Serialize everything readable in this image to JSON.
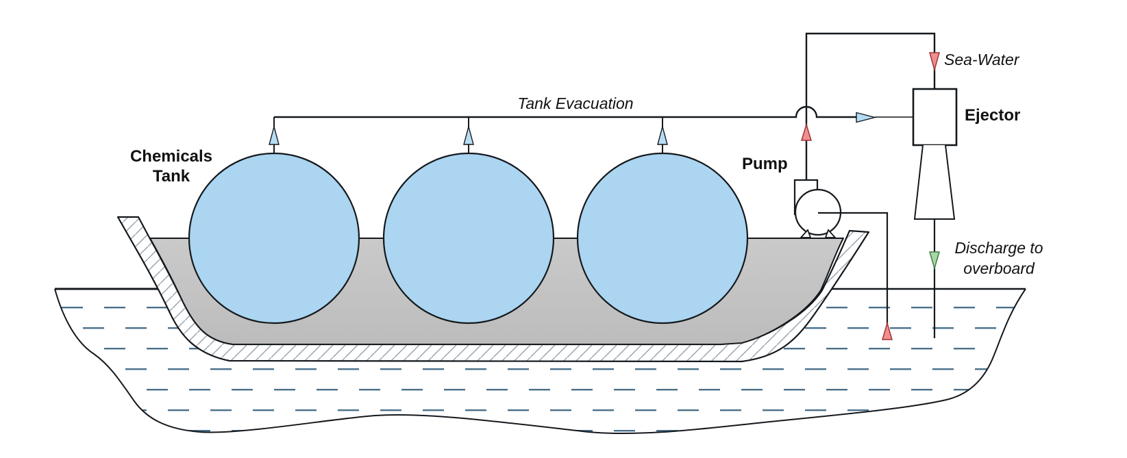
{
  "title": "Chemical tanker tank evacuation system diagram",
  "labels": {
    "chemicals_tank": {
      "line1": "Chemicals",
      "line2": "Tank"
    },
    "tank_evacuation": "Tank Evacuation",
    "pump": "Pump",
    "ejector": "Ejector",
    "sea_water": "Sea-Water",
    "discharge": {
      "line1": "Discharge to",
      "line2": "overboard"
    }
  },
  "components": {
    "tanks_count": 3,
    "flow_arrows": [
      {
        "name": "tank-vent-arrow-1",
        "color": "blue",
        "direction": "up"
      },
      {
        "name": "tank-vent-arrow-2",
        "color": "blue",
        "direction": "up"
      },
      {
        "name": "tank-vent-arrow-3",
        "color": "blue",
        "direction": "up"
      },
      {
        "name": "evacuation-to-ejector-arrow",
        "color": "blue",
        "direction": "right"
      },
      {
        "name": "pump-riser-arrow",
        "color": "red",
        "direction": "up"
      },
      {
        "name": "sea-water-inlet-arrow",
        "color": "red",
        "direction": "down"
      },
      {
        "name": "sea-suction-arrow",
        "color": "red",
        "direction": "up"
      },
      {
        "name": "overboard-discharge-arrow",
        "color": "green",
        "direction": "down"
      }
    ]
  },
  "colors": {
    "tank_fill": "#abd5f0",
    "deck_fill": "#c5c5c5",
    "hatch_line": "#97a1ab",
    "sea_dash": "#4a708a",
    "arrow_red_fill": "#f18f8f",
    "arrow_blue_fill": "#b7ddf5",
    "arrow_green_fill": "#a6d7a6",
    "line": "#14181c"
  }
}
